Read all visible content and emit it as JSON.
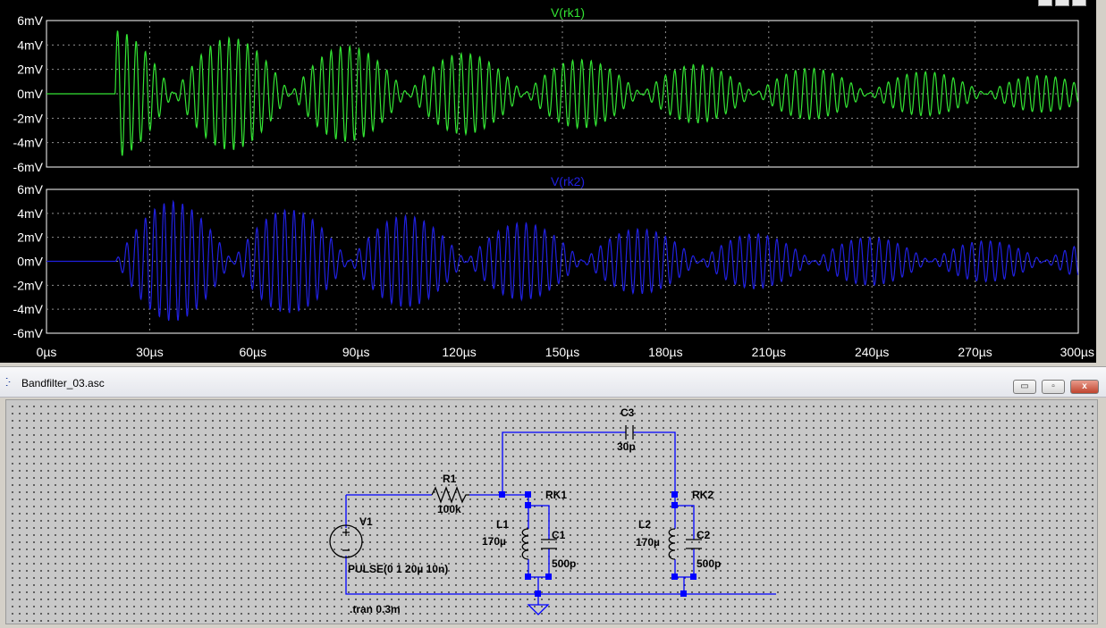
{
  "plot": {
    "traces": [
      {
        "name": "V(rk1)",
        "color": "#33e433"
      },
      {
        "name": "V(rk2)",
        "color": "#2020e0"
      }
    ],
    "y_ticks": [
      "6mV",
      "4mV",
      "2mV",
      "0mV",
      "-2mV",
      "-4mV",
      "-6mV"
    ],
    "x_ticks": [
      "0µs",
      "30µs",
      "60µs",
      "90µs",
      "120µs",
      "150µs",
      "180µs",
      "210µs",
      "240µs",
      "270µs",
      "300µs"
    ],
    "axis_color": "#ffffff",
    "grid_color": "#909090"
  },
  "chart_data": [
    {
      "type": "line",
      "title": "V(rk1)",
      "xlabel": "",
      "ylabel": "",
      "xlim": [
        0,
        300
      ],
      "ylim": [
        -6,
        6
      ],
      "x_unit": "µs",
      "y_unit": "mV",
      "grid": true,
      "series": [
        {
          "name": "V(rk1)",
          "color": "#33e433",
          "start_us": 20,
          "carrier_period_us": 2.7,
          "beat_period_us": 34,
          "envelope_peaks_us": [
            20,
            54,
            88,
            122,
            156,
            189,
            222,
            256,
            289
          ],
          "envelope_peak_mv": [
            5.2,
            4.6,
            3.9,
            3.3,
            2.8,
            2.4,
            2.1,
            1.8,
            1.5
          ]
        }
      ]
    },
    {
      "type": "line",
      "title": "V(rk2)",
      "xlabel": "",
      "ylabel": "",
      "xlim": [
        0,
        300
      ],
      "ylim": [
        -6,
        6
      ],
      "x_unit": "µs",
      "y_unit": "mV",
      "grid": true,
      "series": [
        {
          "name": "V(rk2)",
          "color": "#2020e0",
          "start_us": 20,
          "carrier_period_us": 2.7,
          "beat_period_us": 34,
          "envelope_peaks_us": [
            37,
            71,
            105,
            139,
            173,
            206,
            240,
            273
          ],
          "envelope_peak_mv": [
            5.0,
            4.3,
            3.8,
            3.2,
            2.7,
            2.3,
            2.0,
            1.7
          ]
        }
      ]
    }
  ],
  "schematic": {
    "title": "Bandfilter_03.asc",
    "title_buttons": {
      "minimize": "▭",
      "restore": "▫",
      "close": "x"
    },
    "wire_color": "#0000ff",
    "components": {
      "r1": {
        "ref": "R1",
        "value": "100k"
      },
      "v1": {
        "ref": "V1",
        "value": "PULSE(0 1 20µ 10n)"
      },
      "l1": {
        "ref": "L1",
        "value": "170µ"
      },
      "c1": {
        "ref": "C1",
        "value": "500p"
      },
      "l2": {
        "ref": "L2",
        "value": "170µ"
      },
      "c2": {
        "ref": "C2",
        "value": "500p"
      },
      "c3": {
        "ref": "C3",
        "value": "30p"
      }
    },
    "nets": {
      "rk1": "RK1",
      "rk2": "RK2"
    },
    "directive": ".tran 0.3m"
  }
}
